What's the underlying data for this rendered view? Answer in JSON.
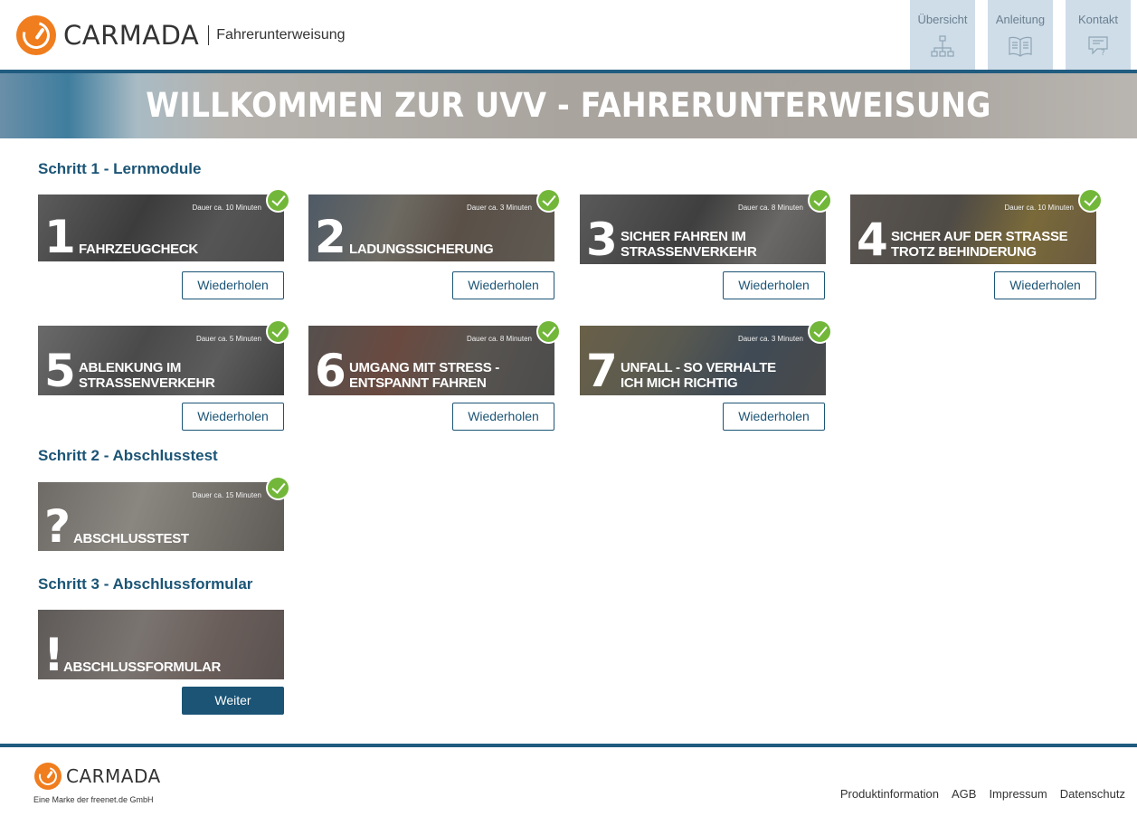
{
  "header": {
    "brand": "CARMADA",
    "subtitle": "Fahrerunterweisung",
    "nav": [
      {
        "label": "Übersicht",
        "icon": "sitemap-icon"
      },
      {
        "label": "Anleitung",
        "icon": "book-icon"
      },
      {
        "label": "Kontakt",
        "icon": "chat-question-icon"
      }
    ]
  },
  "hero": {
    "title": "WILLKOMMEN ZUR UVV - FAHRERUNTERWEISUNG"
  },
  "step1": {
    "title": "Schritt 1 - Lernmodule",
    "modules": [
      {
        "num": "1",
        "title": "FAHRZEUGCHECK",
        "duration": "Dauer ca. 10 Minuten",
        "button": "Wiederholen"
      },
      {
        "num": "2",
        "title": "LADUNGSSICHERUNG",
        "duration": "Dauer ca. 3 Minuten",
        "button": "Wiederholen"
      },
      {
        "num": "3",
        "title": "SICHER FAHREN IM STRASSENVERKEHR",
        "duration": "Dauer ca. 8 Minuten",
        "button": "Wiederholen"
      },
      {
        "num": "4",
        "title": "SICHER AUF DER STRASSE TROTZ BEHINDERUNG",
        "duration": "Dauer ca. 10 Minuten",
        "button": "Wiederholen"
      },
      {
        "num": "5",
        "title": "ABLENKUNG IM STRASSENVERKEHR",
        "duration": "Dauer ca. 5 Minuten",
        "button": "Wiederholen"
      },
      {
        "num": "6",
        "title": "UMGANG MIT STRESS - ENTSPANNT FAHREN",
        "duration": "Dauer ca. 8 Minuten",
        "button": "Wiederholen"
      },
      {
        "num": "7",
        "title": "UNFALL - SO VERHALTE ICH MICH RICHTIG",
        "duration": "Dauer ca. 3 Minuten",
        "button": "Wiederholen"
      }
    ]
  },
  "step2": {
    "title": "Schritt 2 - Abschlusstest",
    "card": {
      "num": "?",
      "title": "ABSCHLUSSTEST",
      "duration": "Dauer ca. 15 Minuten"
    }
  },
  "step3": {
    "title": "Schritt 3 - Abschlussformular",
    "card": {
      "num": "!",
      "title": "ABSCHLUSSFORMULAR"
    },
    "button": "Weiter"
  },
  "footer": {
    "brand": "CARMADA",
    "tagline": "Eine Marke der freenet.de GmbH",
    "links": [
      "Produktinformation",
      "AGB",
      "Impressum",
      "Datenschutz"
    ]
  },
  "colors": {
    "brand_orange": "#f07d1e",
    "primary_blue": "#1b5475",
    "check_green": "#72b739",
    "nav_bg": "#cfdde8"
  }
}
